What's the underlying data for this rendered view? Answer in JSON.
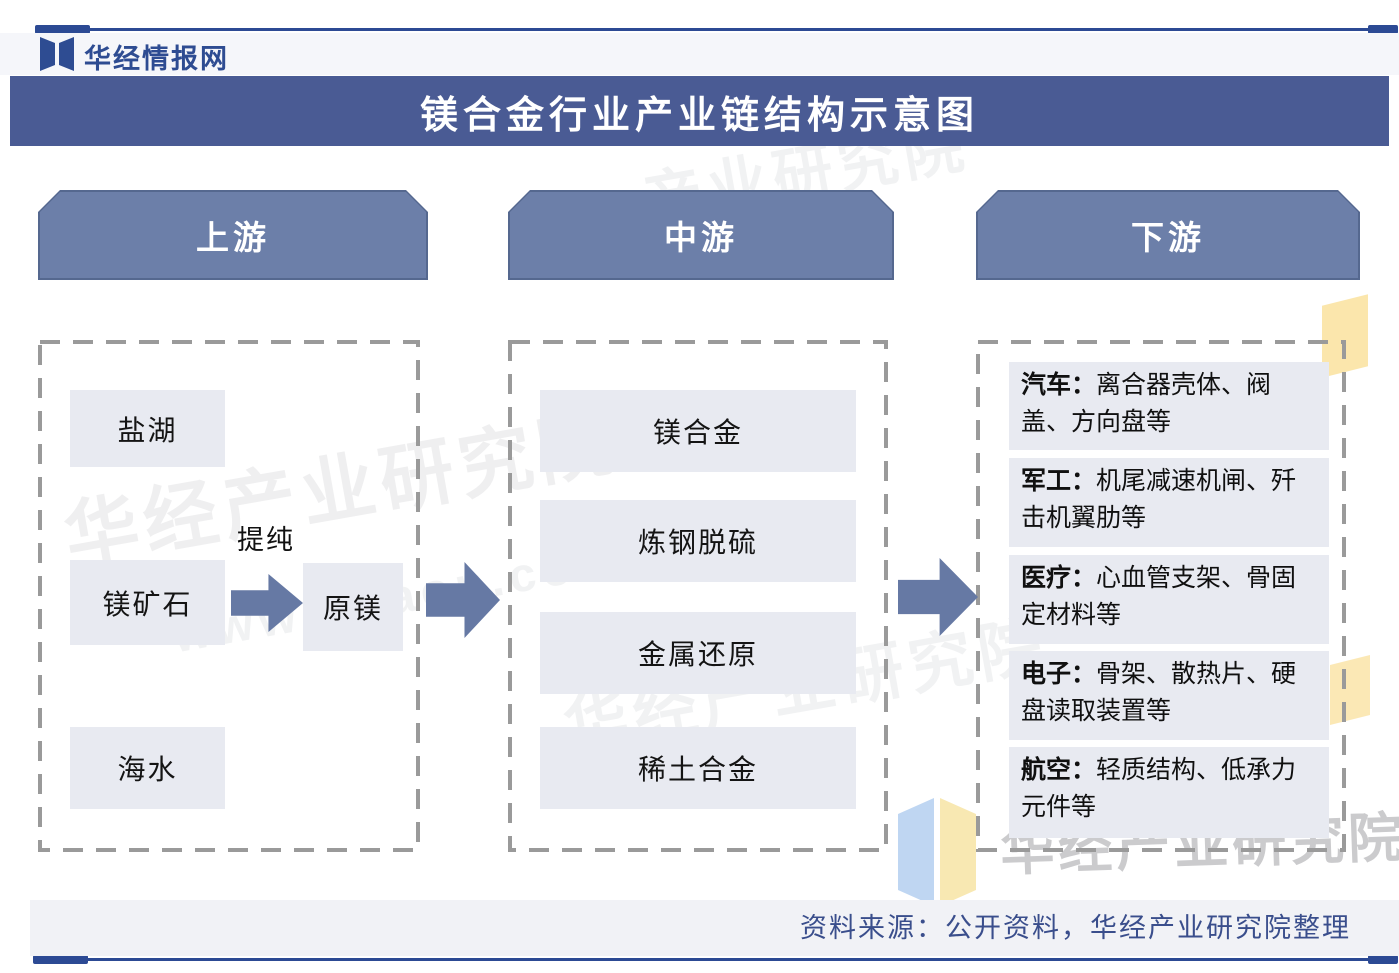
{
  "brand": {
    "logo_text": "华经情报网",
    "logo_icon": "open-book-icon",
    "brand_color": "#2E4C92"
  },
  "title": {
    "text": "镁合金行业产业链结构示意图",
    "bg_color": "#4A5B94",
    "text_color": "#FFFFFF"
  },
  "columns": [
    {
      "id": "upstream",
      "header": "上游"
    },
    {
      "id": "midstream",
      "header": "中游"
    },
    {
      "id": "downstream",
      "header": "下游"
    }
  ],
  "upstream": {
    "nodes": {
      "salt_lake": "盐湖",
      "ore": "镁矿石",
      "raw_magnesium": "原镁",
      "seawater": "海水"
    },
    "process_label": "提纯"
  },
  "midstream": {
    "items": [
      "镁合金",
      "炼钢脱硫",
      "金属还原",
      "稀土合金"
    ]
  },
  "downstream": {
    "items": [
      {
        "category": "汽车：",
        "desc": "离合器壳体、阀盖、方向盘等"
      },
      {
        "category": "军工：",
        "desc": "机尾减速机闸、歼击机翼肋等"
      },
      {
        "category": "医疗：",
        "desc": "心血管支架、骨固定材料等"
      },
      {
        "category": "电子：",
        "desc": "骨架、散热片、硬盘读取装置等"
      },
      {
        "category": "航空：",
        "desc": "轻质结构、低承力元件等"
      }
    ]
  },
  "footer": {
    "source": "资料来源：公开资料，华经产业研究院整理"
  },
  "watermarks": {
    "texts": [
      "华经产业研究院",
      "www.huaon.com",
      "产业研究院",
      "华经产业研究院"
    ],
    "bottom_logo_text": "华经产业研究院"
  },
  "colors": {
    "accent_dark_blue": "#2C4A94",
    "title_bar": "#4A5B94",
    "column_header": "#6C7FA9",
    "node_box": "#E8EAF1",
    "arrow": "#6679A4",
    "dashed_border": "#9A9A9A",
    "footer_band": "#F1F2F6"
  }
}
